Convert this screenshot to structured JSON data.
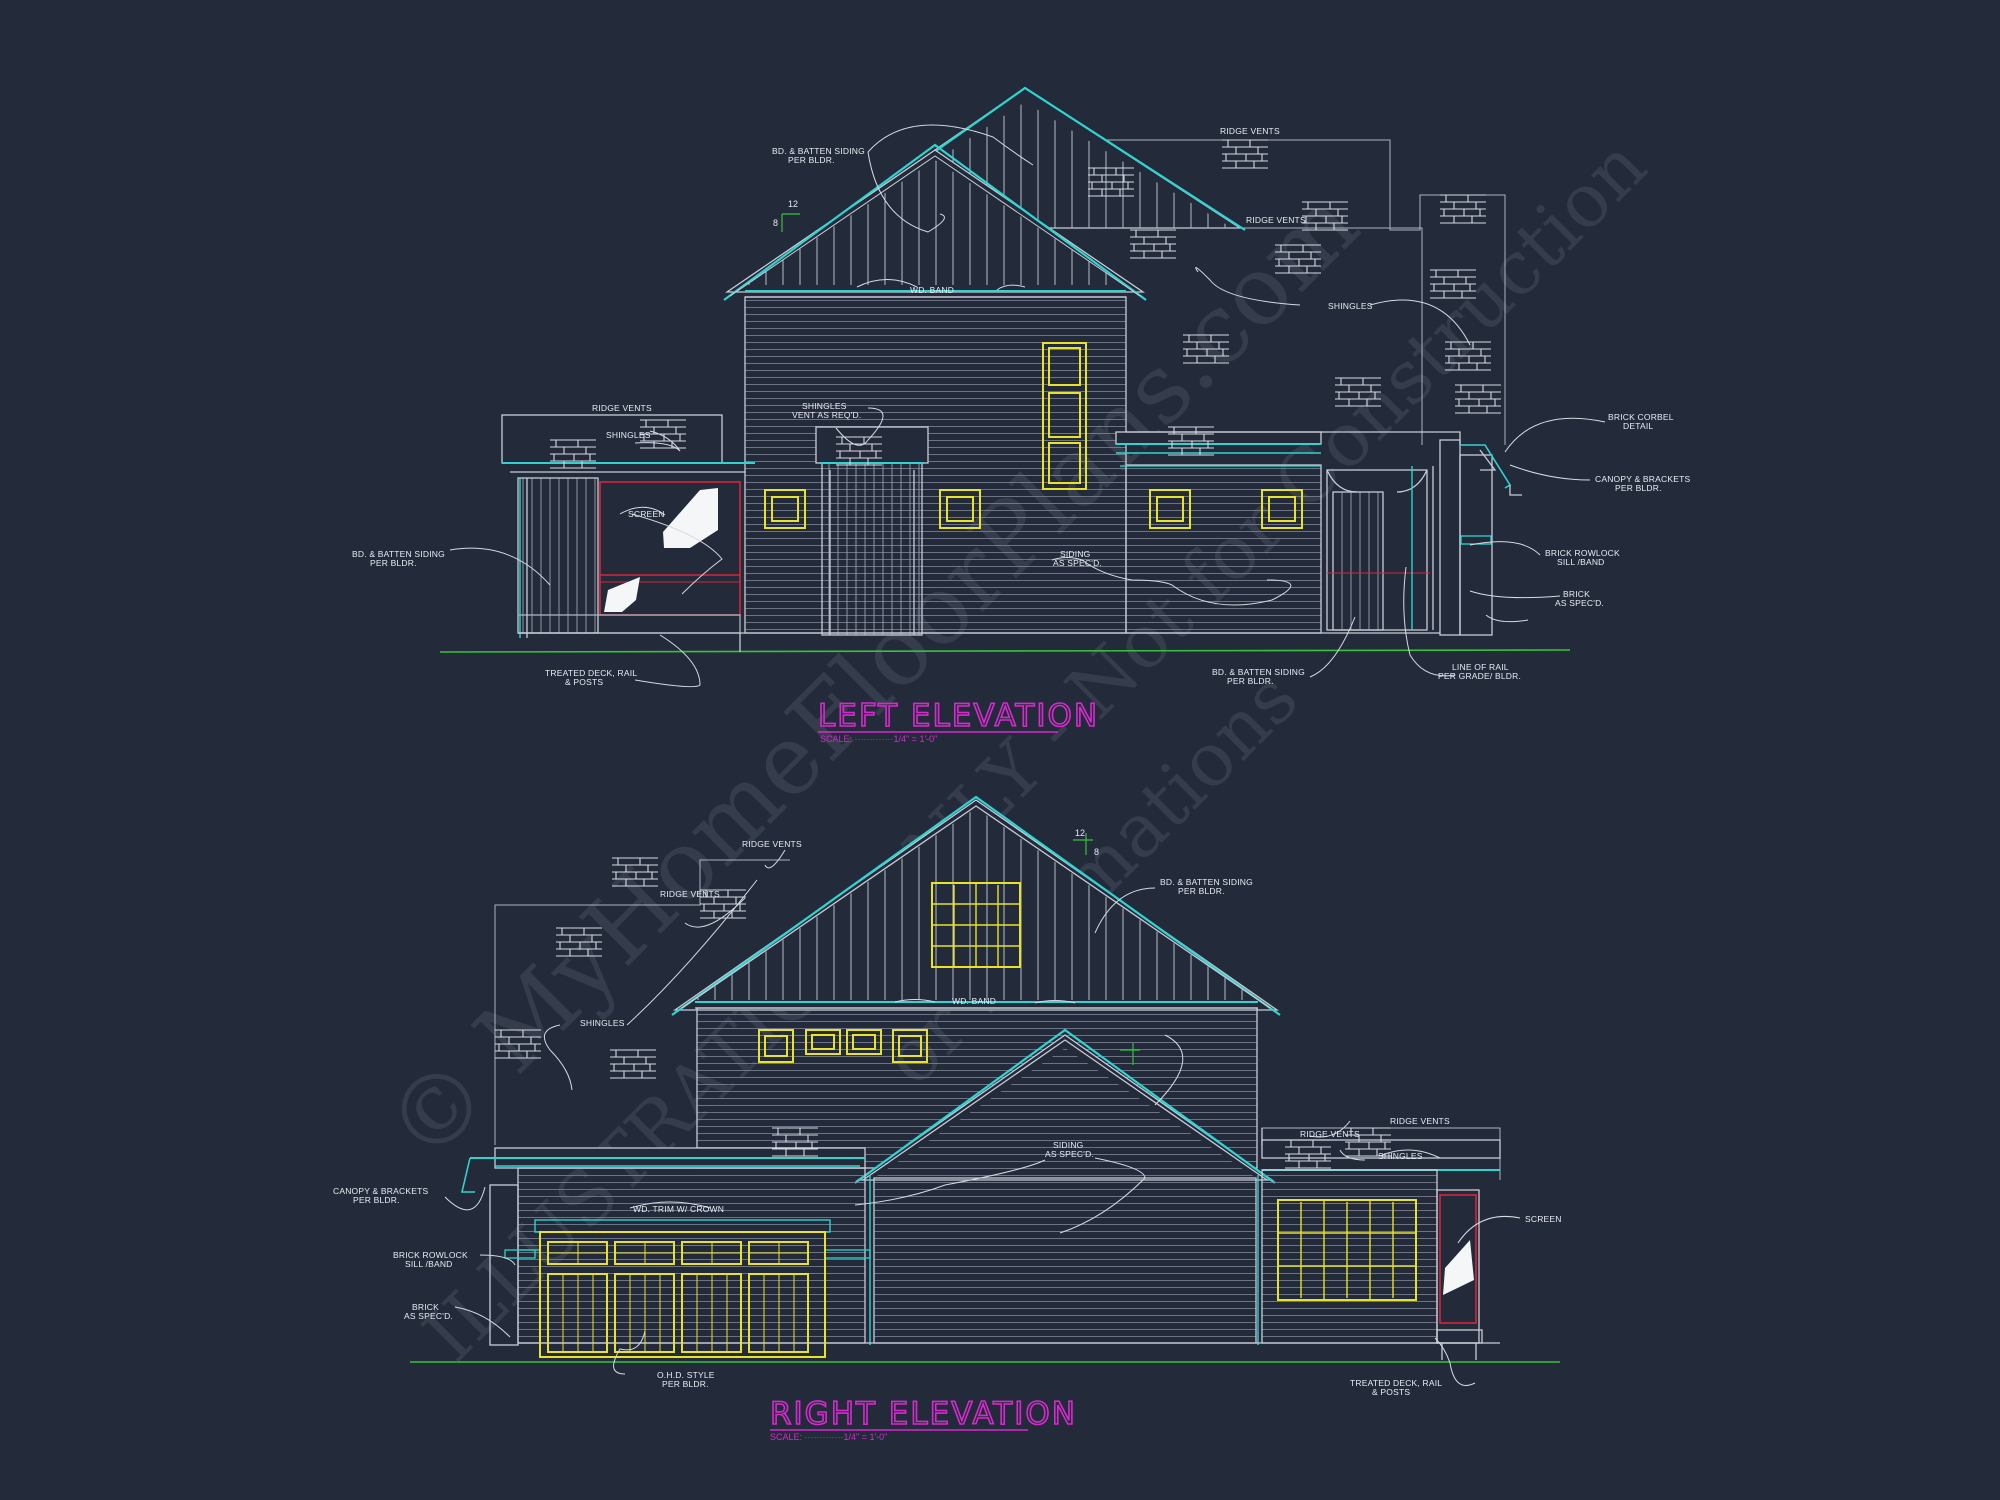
{
  "watermark": {
    "line1": "© MyHomeFloorPlans.com",
    "line2": "ILLUSTRATION ONLY - Not for Construction",
    "line3": "or Estimations"
  },
  "left_elevation": {
    "title": "LEFT ELEVATION",
    "scale": "SCALE: ·············1/4\" = 1'-0\"",
    "pitch": {
      "rise": "8",
      "run": "12"
    },
    "notes": {
      "bd_batten_top": [
        "BD. & BATTEN SIDING",
        "PER BLDR."
      ],
      "ridge_vents_1": "RIDGE VENTS",
      "ridge_vents_2": "RIDGE VENTS",
      "shingles_right": "SHINGLES",
      "wd_band": "WD. BAND",
      "shingles_vent": [
        "SHINGLES",
        "VENT AS REQ'D."
      ],
      "ridge_vents_left": "RIDGE VENTS",
      "shingles_left": "SHINGLES",
      "screen": "SCREEN",
      "bd_batten_left": [
        "BD. & BATTEN SIDING",
        "PER BLDR."
      ],
      "siding": [
        "SIDING",
        "AS SPEC'D."
      ],
      "brick_corbel": [
        "BRICK CORBEL",
        "DETAIL"
      ],
      "canopy": [
        "CANOPY & BRACKETS",
        "PER BLDR."
      ],
      "brick_rowlock": [
        "BRICK ROWLOCK",
        "SILL /BAND"
      ],
      "brick": [
        "BRICK",
        "AS SPEC'D."
      ],
      "treated_deck": [
        "TREATED DECK, RAIL",
        "& POSTS"
      ],
      "bd_batten_bottom": [
        "BD. & BATTEN SIDING",
        "PER BLDR."
      ],
      "line_of_rail": [
        "LINE OF RAIL",
        "PER GRADE/ BLDR."
      ]
    }
  },
  "right_elevation": {
    "title": "RIGHT ELEVATION",
    "scale": "SCALE: ·············1/4\" = 1'-0\"",
    "pitch": {
      "rise": "8",
      "run": "12"
    },
    "notes": {
      "ridge_vents_1": "RIDGE VENTS",
      "ridge_vents_2": "RIDGE VENTS",
      "bd_batten": [
        "BD. & BATTEN SIDING",
        "PER BLDR."
      ],
      "shingles_left": "SHINGLES",
      "wd_band": "WD. BAND",
      "siding": [
        "SIDING",
        "AS SPEC'D."
      ],
      "ridge_vents_3": "RIDGE VENTS",
      "ridge_vents_4": "RIDGE VENTS",
      "shingles_right": "SHINGLES",
      "canopy": [
        "CANOPY & BRACKETS",
        "PER BLDR."
      ],
      "wd_trim": "WD. TRIM W/ CROWN",
      "screen": "SCREEN",
      "brick_rowlock": [
        "BRICK ROWLOCK",
        "SILL /BAND"
      ],
      "brick": [
        "BRICK",
        "AS SPEC'D."
      ],
      "ohd": [
        "O.H.D. STYLE",
        "PER BLDR."
      ],
      "treated_deck": [
        "TREATED DECK, RAIL",
        "& POSTS"
      ]
    }
  },
  "colors": {
    "background": "#232a3a",
    "line": "#c8ccd6",
    "roof_edge": "#2fd3cf",
    "window": "#e8e22a",
    "title": "#d829d0",
    "screen": "#d4263a",
    "grade": "#36c23a"
  }
}
